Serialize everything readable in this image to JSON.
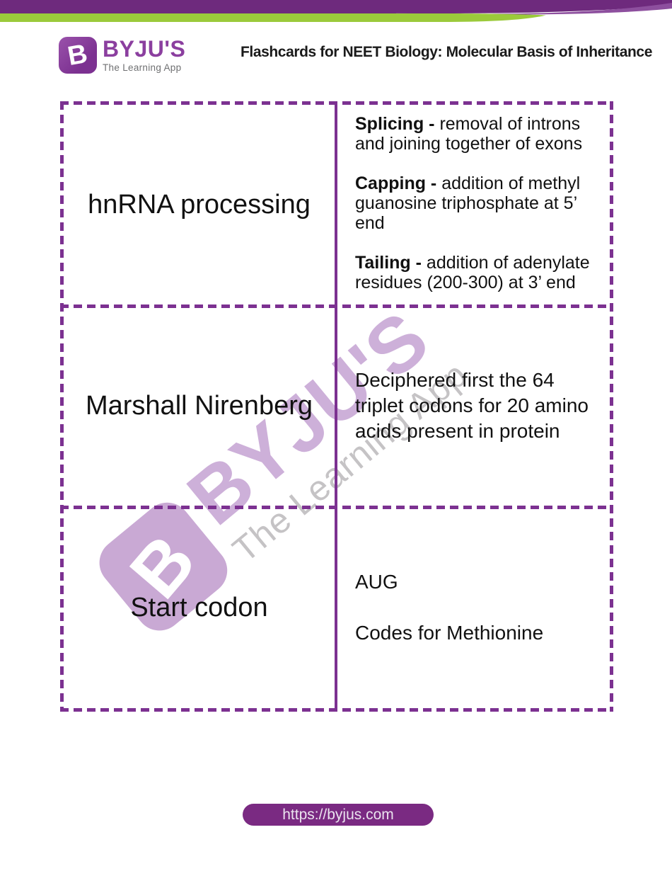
{
  "header": {
    "logo": {
      "badge_letter": "B",
      "brand": "BYJU'S",
      "tagline": "The Learning App"
    },
    "title": "Flashcards for NEET Biology: Molecular Basis of Inheritance"
  },
  "cards": [
    {
      "term": "hnRNA processing",
      "definition_parts": [
        {
          "bold": "Splicing - ",
          "text": "removal of introns and joining together of exons"
        },
        {
          "bold": "Capping - ",
          "text": "addition of methyl guanosine triphosphate at 5’ end"
        },
        {
          "bold": "Tailing - ",
          "text": "addition of adenylate residues (200-300) at 3’ end"
        }
      ]
    },
    {
      "term": "Marshall Nirenberg",
      "definition_parts": [
        {
          "bold": "",
          "text": "Deciphered first the 64 triplet codons for 20 amino acids present in protein"
        }
      ]
    },
    {
      "term": "Start codon",
      "definition_parts": [
        {
          "bold": "",
          "text": "AUG"
        },
        {
          "bold": "",
          "text": "Codes for Methionine"
        }
      ]
    }
  ],
  "watermark": {
    "badge_letter": "B",
    "brand": "BYJU'S",
    "tagline": "The Learning App"
  },
  "footer": {
    "url": "https://byjus.com"
  },
  "colors": {
    "banner_purple": "#6e2a7d",
    "banner_purple_light": "#8d4f9e",
    "banner_green": "#9bca3b",
    "brand_purple": "#8b3f9f",
    "dashed_border": "#7c3191",
    "footer_pill": "#7a2a82",
    "watermark_lavender": "#cdb0d9",
    "watermark_gray": "#c5c3c5"
  }
}
